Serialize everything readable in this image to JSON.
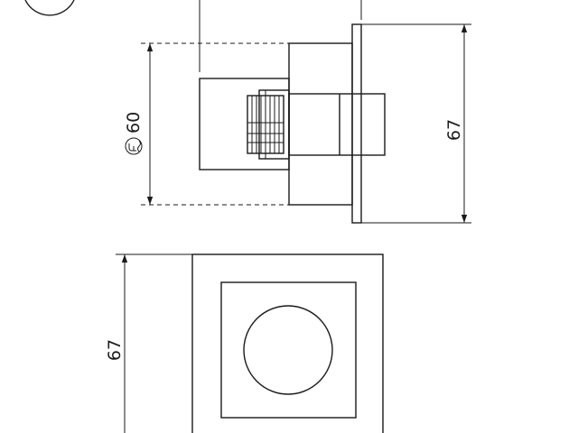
{
  "dimensions": {
    "side_height": "67",
    "cutout_diameter_value": "60",
    "front_width": "67"
  },
  "symbols": {
    "cutout": "cutout-diameter-symbol"
  }
}
